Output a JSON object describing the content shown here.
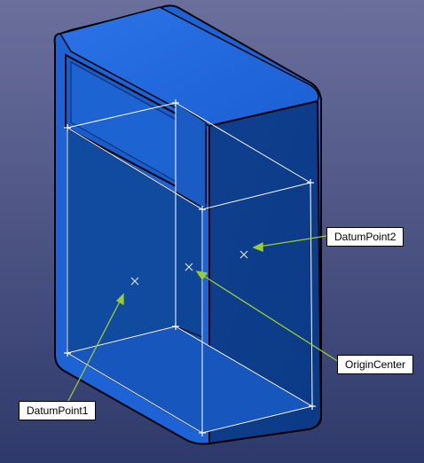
{
  "labels": {
    "datum_point_2": "DatumPoint2",
    "origin_center": "OriginCenter",
    "datum_point_1": "DatumPoint1"
  },
  "colors": {
    "background_top": "#6a6f9c",
    "background_bottom": "#2f3a6b",
    "part_face": "#1f66d9",
    "part_face_dark": "#0e4fbf",
    "inner_face": "#114a9e",
    "edge": "#000000",
    "construction_line": "#ffffff",
    "leader": "#99cc33",
    "callout_bg": "#ffffff"
  },
  "icons": {
    "point_marker": "x-cross-marker",
    "vertex_marker": "plus-star-marker"
  }
}
